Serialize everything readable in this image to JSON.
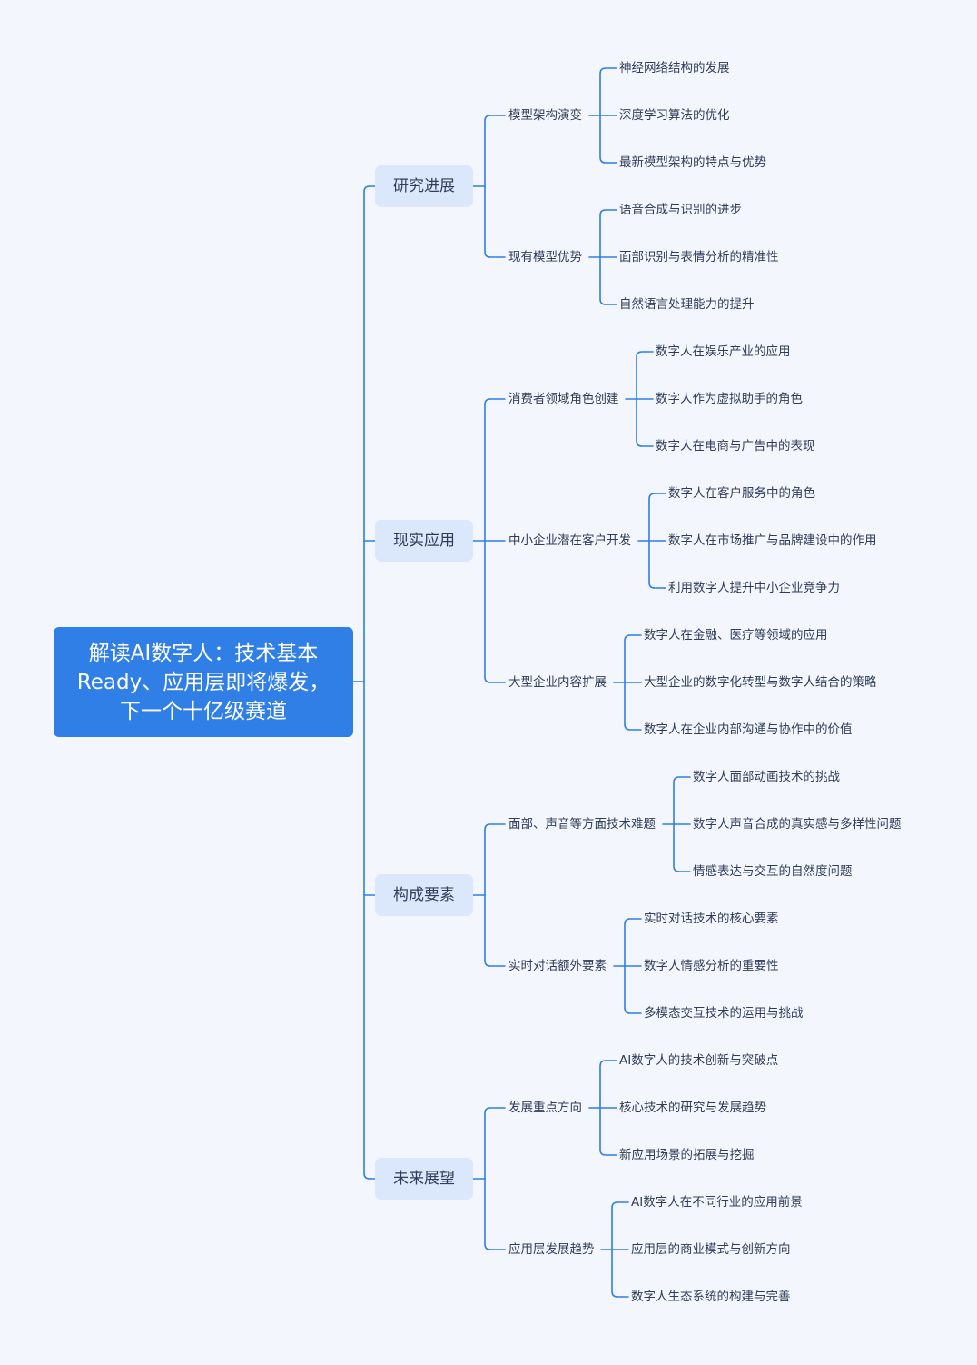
{
  "mindmap": {
    "root": "解读AI数字人：技术基本Ready、应用层即将爆发，下一个十亿级赛道",
    "branches": [
      {
        "label": "研究进展",
        "children": [
          {
            "label": "模型架构演变",
            "children": [
              "神经网络结构的发展",
              "深度学习算法的优化",
              "最新模型架构的特点与优势"
            ]
          },
          {
            "label": "现有模型优势",
            "children": [
              "语音合成与识别的进步",
              "面部识别与表情分析的精准性",
              "自然语言处理能力的提升"
            ]
          }
        ]
      },
      {
        "label": "现实应用",
        "children": [
          {
            "label": "消费者领域角色创建",
            "children": [
              "数字人在娱乐产业的应用",
              "数字人作为虚拟助手的角色",
              "数字人在电商与广告中的表现"
            ]
          },
          {
            "label": "中小企业潜在客户开发",
            "children": [
              "数字人在客户服务中的角色",
              "数字人在市场推广与品牌建设中的作用",
              "利用数字人提升中小企业竞争力"
            ]
          },
          {
            "label": "大型企业内容扩展",
            "children": [
              "数字人在金融、医疗等领域的应用",
              "大型企业的数字化转型与数字人结合的策略",
              "数字人在企业内部沟通与协作中的价值"
            ]
          }
        ]
      },
      {
        "label": "构成要素",
        "children": [
          {
            "label": "面部、声音等方面技术难题",
            "children": [
              "数字人面部动画技术的挑战",
              "数字人声音合成的真实感与多样性问题",
              "情感表达与交互的自然度问题"
            ]
          },
          {
            "label": "实时对话额外要素",
            "children": [
              "实时对话技术的核心要素",
              "数字人情感分析的重要性",
              "多模态交互技术的运用与挑战"
            ]
          }
        ]
      },
      {
        "label": "未来展望",
        "children": [
          {
            "label": "发展重点方向",
            "children": [
              "AI数字人的技术创新与突破点",
              "核心技术的研究与发展趋势",
              "新应用场景的拓展与挖掘"
            ]
          },
          {
            "label": "应用层发展趋势",
            "children": [
              "AI数字人在不同行业的应用前景",
              "应用层的商业模式与创新方向",
              "数字人生态系统的构建与完善"
            ]
          }
        ]
      }
    ]
  },
  "colors": {
    "background": "#f4f6fd",
    "root_fill": "#2f7fe6",
    "branch_fill": "#dbe7fb",
    "link": "#2f7fe6",
    "text": "#2f3d5a"
  }
}
